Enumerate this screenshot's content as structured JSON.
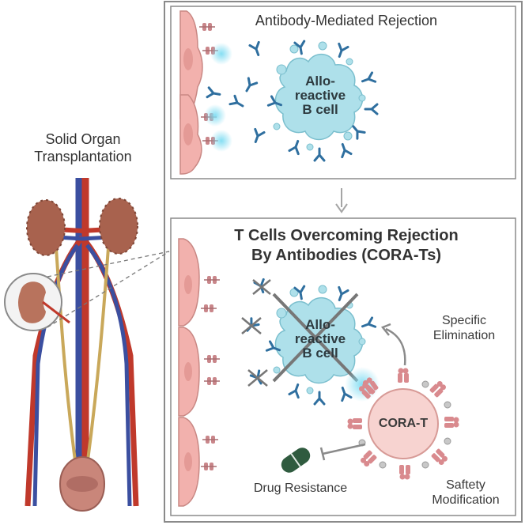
{
  "titles": {
    "organ": "Solid Organ\nTransplantation",
    "top_panel": "Antibody-Mediated Rejection",
    "bottom_panel": "T Cells Overcoming Rejection\nBy Antibodies (CORA-Ts)"
  },
  "cells": {
    "b_cell_top": "Allo-\nreactive\nB cell",
    "b_cell_bottom": "Allo-\nreactive\nB cell",
    "cora_t": "CORA-T"
  },
  "annotations": {
    "specific_elimination": "Specific\nElimination",
    "drug_resistance": "Drug Resistance",
    "safety_modification": "Saftety\nModification"
  },
  "colors": {
    "panel_border": "#8a8a8a",
    "graft_cell": "#f2b1ad",
    "b_cell": "#aee0ea",
    "cora_t": "#f7d3d0",
    "antibody": "#2f6f9f",
    "kidney": "#a8624e",
    "artery": "#c0392b",
    "vein": "#3b4fa0",
    "drug_pill": "#2f5b3f"
  }
}
